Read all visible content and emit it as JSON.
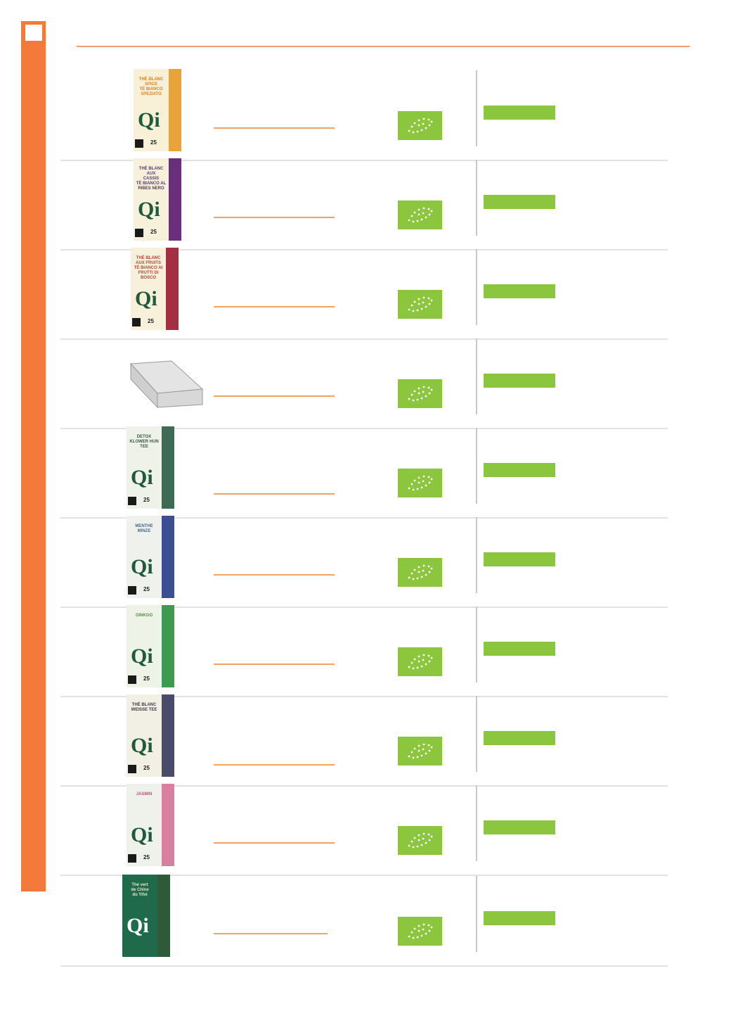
{
  "page": {
    "accent_color": "#f47a3c",
    "organic_color": "#8cc63f"
  },
  "products": [
    {
      "brand": "Qi",
      "title_lines": [
        "THÉ BLANC",
        "SPICE",
        "TÈ BIANCO",
        "SPEZIATO"
      ],
      "count": "25",
      "pack_accent": "#e8a33a",
      "pack_bg": "#f8f1d8",
      "title_color": "#d7802a"
    },
    {
      "brand": "Qi",
      "title_lines": [
        "THÉ BLANC AUX",
        "CASSIS",
        "TÈ BIANCO AL",
        "RIBES NERO"
      ],
      "count": "25",
      "pack_accent": "#6a2f7a",
      "pack_bg": "#f7f1dc",
      "title_color": "#5b3a6a"
    },
    {
      "brand": "Qi",
      "title_lines": [
        "THÉ BLANC",
        "AUX FRUITS",
        "TÈ BIANCO AI",
        "FRUTTI DI",
        "BOSCO"
      ],
      "count": "25",
      "pack_accent": "#a33040",
      "pack_bg": "#f7f0da",
      "title_color": "#b04a3c"
    },
    {
      "brand": "",
      "title_lines": [],
      "count": "",
      "pack_accent": "#cfcfcf",
      "pack_bg": "#e0e0e0",
      "title_color": "#555555"
    },
    {
      "brand": "Qi",
      "title_lines": [
        "DETOX",
        "KLOWER HUN TEE"
      ],
      "count": "25",
      "pack_accent": "#3e6b55",
      "pack_bg": "#eef2e8",
      "title_color": "#3a5a48"
    },
    {
      "brand": "Qi",
      "title_lines": [
        "MENTHE",
        "MINZE"
      ],
      "count": "25",
      "pack_accent": "#3b4f90",
      "pack_bg": "#eef1ec",
      "title_color": "#4a6a8a"
    },
    {
      "brand": "Qi",
      "title_lines": [
        "GINKGO"
      ],
      "count": "25",
      "pack_accent": "#3e9a50",
      "pack_bg": "#eef3e8",
      "title_color": "#5a8a4a"
    },
    {
      "brand": "Qi",
      "title_lines": [
        "THÉ BLANC",
        "WEISSE TEE"
      ],
      "count": "25",
      "pack_accent": "#4a4a6a",
      "pack_bg": "#f2f0e4",
      "title_color": "#3a3a4a"
    },
    {
      "brand": "Qi",
      "title_lines": [
        "JASMIN"
      ],
      "count": "25",
      "pack_accent": "#d880a0",
      "pack_bg": "#eef2ea",
      "title_color": "#c0507a"
    },
    {
      "brand": "Qi",
      "title_lines": [
        "Thé vert",
        "de Chine",
        "du Yihé"
      ],
      "count": "",
      "pack_accent": "#2f5a3a",
      "pack_bg": "#1f6a4a",
      "title_color": "#e8e0c8"
    }
  ]
}
